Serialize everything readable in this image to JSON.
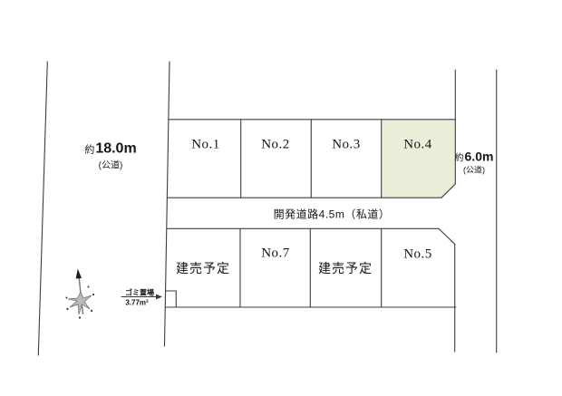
{
  "colors": {
    "highlight_lot": "#e9efd9",
    "line": "#3d3d3d",
    "text": "#161616"
  },
  "roads": {
    "west": {
      "prefix": "約",
      "value": "18.0m",
      "type": "(公道)"
    },
    "east": {
      "prefix": "約",
      "value": "6.0m",
      "type": "(公道)"
    },
    "center": {
      "label": "開発道路4.5m（私道）"
    }
  },
  "lots": {
    "top_row": [
      {
        "label": "No.1",
        "highlighted": false
      },
      {
        "label": "No.2",
        "highlighted": false
      },
      {
        "label": "No.3",
        "highlighted": false
      },
      {
        "label": "No.4",
        "highlighted": true
      }
    ],
    "bottom_row": [
      {
        "label": "建売予定",
        "highlighted": false
      },
      {
        "label": "No.7",
        "highlighted": false
      },
      {
        "label": "建売予定",
        "highlighted": false
      },
      {
        "label": "No.5",
        "highlighted": false
      }
    ]
  },
  "garbage": {
    "label": "ゴミ置場",
    "size": "3.77m²"
  },
  "icons": {
    "compass": "north-compass-icon"
  }
}
